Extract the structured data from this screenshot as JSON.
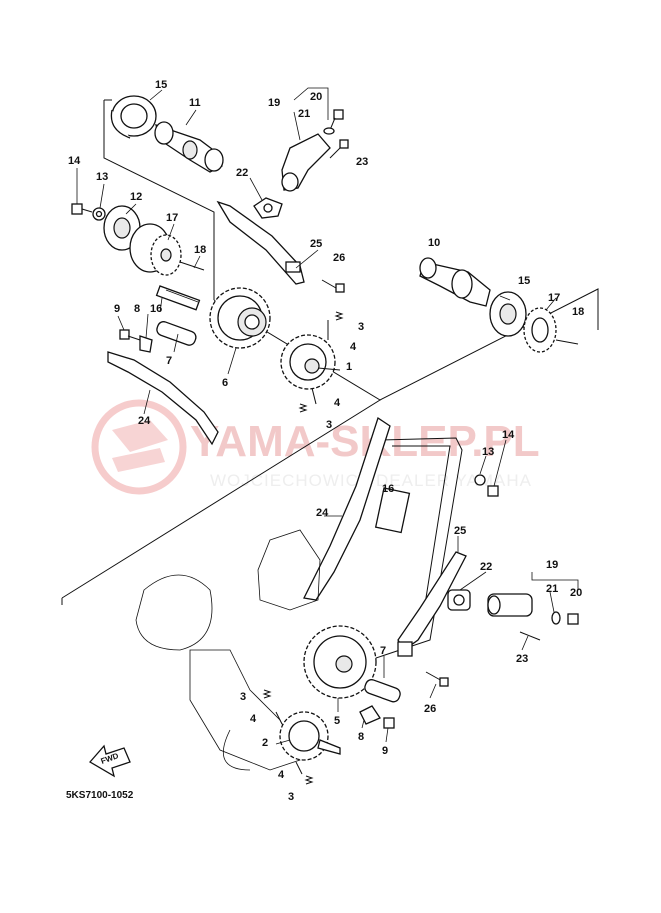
{
  "watermark": {
    "title": "YAMA-SKLEP.PL",
    "subtitle": "WOJCIECHOWICZ DEALER YAMAHA"
  },
  "diagram_code": "5KS7100-1052",
  "fwd_label": "FWD",
  "callouts": [
    {
      "id": "c15a",
      "text": "15"
    },
    {
      "id": "c11",
      "text": "11"
    },
    {
      "id": "c19a",
      "text": "19"
    },
    {
      "id": "c20a",
      "text": "20"
    },
    {
      "id": "c21a",
      "text": "21"
    },
    {
      "id": "c23a",
      "text": "23"
    },
    {
      "id": "c22a",
      "text": "22"
    },
    {
      "id": "c14a",
      "text": "14"
    },
    {
      "id": "c13a",
      "text": "13"
    },
    {
      "id": "c12",
      "text": "12"
    },
    {
      "id": "c17a",
      "text": "17"
    },
    {
      "id": "c18a",
      "text": "18"
    },
    {
      "id": "c25a",
      "text": "25"
    },
    {
      "id": "c26a",
      "text": "26"
    },
    {
      "id": "c9a",
      "text": "9"
    },
    {
      "id": "c8a",
      "text": "8"
    },
    {
      "id": "c16a",
      "text": "16"
    },
    {
      "id": "c7a",
      "text": "7"
    },
    {
      "id": "c6",
      "text": "6"
    },
    {
      "id": "c3a",
      "text": "3"
    },
    {
      "id": "c4a",
      "text": "4"
    },
    {
      "id": "c1",
      "text": "1"
    },
    {
      "id": "c4b",
      "text": "4"
    },
    {
      "id": "c3b",
      "text": "3"
    },
    {
      "id": "c24a",
      "text": "24"
    },
    {
      "id": "c10",
      "text": "10"
    },
    {
      "id": "c15b",
      "text": "15"
    },
    {
      "id": "c17b",
      "text": "17"
    },
    {
      "id": "c18b",
      "text": "18"
    },
    {
      "id": "c13b",
      "text": "13"
    },
    {
      "id": "c14b",
      "text": "14"
    },
    {
      "id": "c16b",
      "text": "16"
    },
    {
      "id": "c24b",
      "text": "24"
    },
    {
      "id": "c25b",
      "text": "25"
    },
    {
      "id": "c22b",
      "text": "22"
    },
    {
      "id": "c19b",
      "text": "19"
    },
    {
      "id": "c21b",
      "text": "21"
    },
    {
      "id": "c20b",
      "text": "20"
    },
    {
      "id": "c23b",
      "text": "23"
    },
    {
      "id": "c7b",
      "text": "7"
    },
    {
      "id": "c26b",
      "text": "26"
    },
    {
      "id": "c3c",
      "text": "3"
    },
    {
      "id": "c4c",
      "text": "4"
    },
    {
      "id": "c2",
      "text": "2"
    },
    {
      "id": "c5",
      "text": "5"
    },
    {
      "id": "c8b",
      "text": "8"
    },
    {
      "id": "c9b",
      "text": "9"
    },
    {
      "id": "c4d",
      "text": "4"
    },
    {
      "id": "c3d",
      "text": "3"
    }
  ]
}
